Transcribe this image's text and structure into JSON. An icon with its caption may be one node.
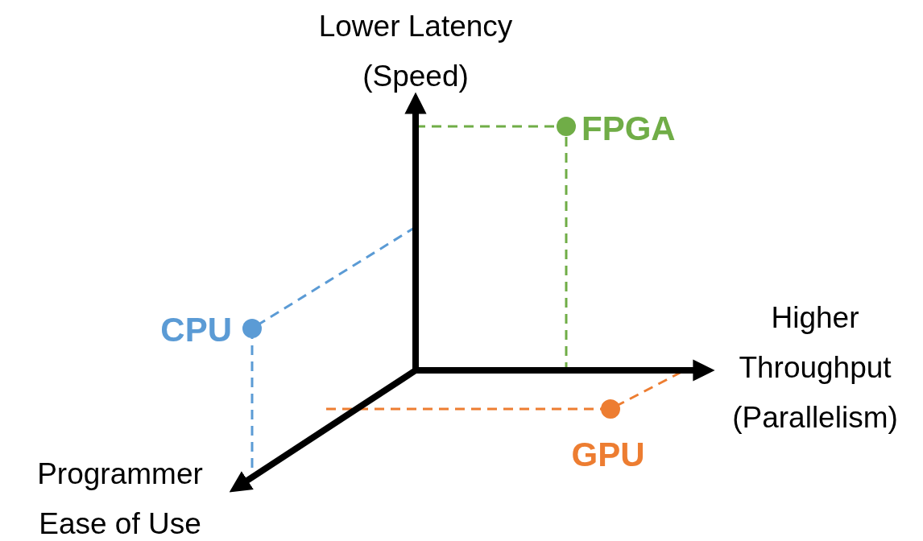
{
  "diagram": {
    "labels": [
      "Lower Latency (Speed)",
      "FPGA",
      "CPU",
      "Higher Throughput (Parallelism)",
      "GPU",
      "Programmer Ease of Use"
    ]
  }
}
